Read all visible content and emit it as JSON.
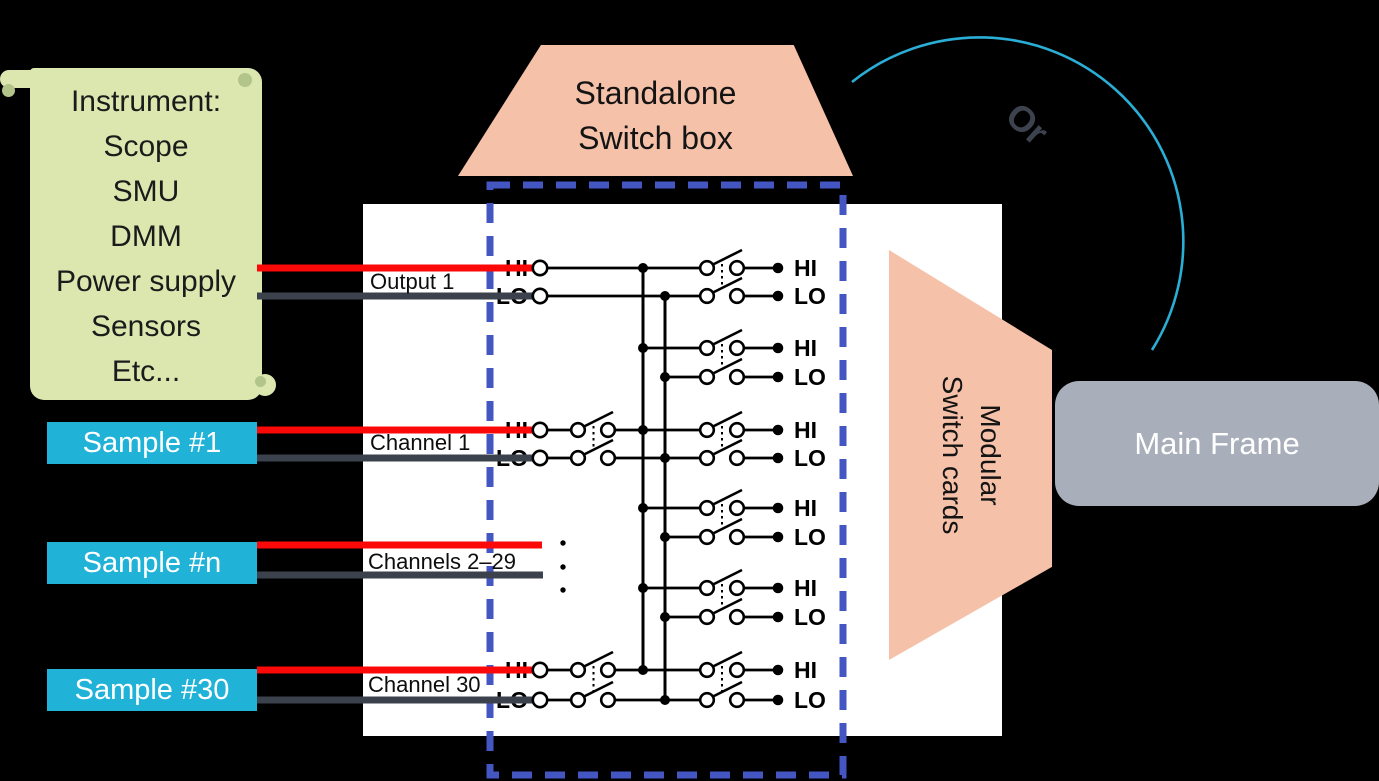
{
  "note": {
    "lines": [
      "Instrument:",
      "Scope",
      "SMU",
      "DMM",
      "Power supply",
      "Sensors",
      "Etc..."
    ]
  },
  "samples": [
    {
      "label": "Sample #1"
    },
    {
      "label": "Sample #n"
    },
    {
      "label": "Sample #30"
    }
  ],
  "standalone": {
    "lines": [
      "Standalone",
      "Switch box"
    ]
  },
  "modular": {
    "lines": [
      "Modular",
      "Switch cards"
    ]
  },
  "main_frame": {
    "label": "Main Frame"
  },
  "or_label": "Or",
  "circuit": {
    "hi_label": "HI",
    "lo_label": "LO",
    "pair_count": 6,
    "inputs": [
      {
        "label": "Output 1",
        "pair": 0,
        "switched": false
      },
      {
        "label": "Channel 1",
        "pair": 2,
        "switched": true
      },
      {
        "label": "Channels 2–29",
        "pair": null,
        "switched": null
      },
      {
        "label": "Channel 30",
        "pair": 5,
        "switched": true
      }
    ]
  },
  "colors": {
    "background": "#000000",
    "note_fill": "#dbe7af",
    "note_curl": "#b2c489",
    "sample_fill": "#21b2d8",
    "salmon_fill": "#f6c1a9",
    "frame_fill": "#a9afba",
    "dash_blue": "#4356c2",
    "wire_red": "#fb0808",
    "wire_dark": "#3c424d",
    "arc_cyan": "#2aaed6",
    "or_color": "#3d434e",
    "circuit_ink": "#000000"
  }
}
